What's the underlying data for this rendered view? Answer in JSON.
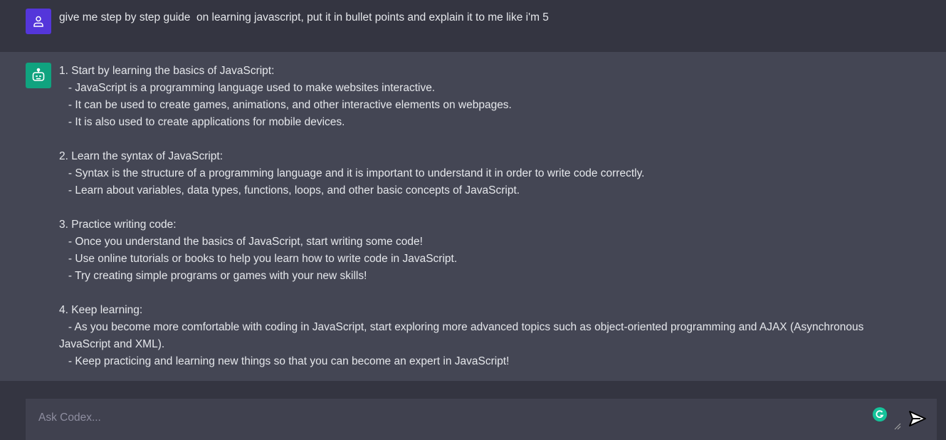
{
  "user_message": {
    "avatar_icon": "user-icon",
    "text": "give me step by step guide  on learning javascript, put it in bullet points and explain it to me like i'm 5"
  },
  "assistant_message": {
    "avatar_icon": "robot-icon",
    "lines": [
      "1. Start by learning the basics of JavaScript:",
      "   - JavaScript is a programming language used to make websites interactive.",
      "   - It can be used to create games, animations, and other interactive elements on webpages.",
      "   - It is also used to create applications for mobile devices.",
      "",
      "2. Learn the syntax of JavaScript:",
      "   - Syntax is the structure of a programming language and it is important to understand it in order to write code correctly.",
      "   - Learn about variables, data types, functions, loops, and other basic concepts of JavaScript.",
      "",
      "3. Practice writing code:",
      "   - Once you understand the basics of JavaScript, start writing some code!",
      "   - Use online tutorials or books to help you learn how to write code in JavaScript.",
      "   - Try creating simple programs or games with your new skills!",
      "",
      "4. Keep learning:",
      "   - As you become more comfortable with coding in JavaScript, start exploring more advanced topics such as object-oriented programming and AJAX (Asynchronous JavaScript and XML).",
      "   - Keep practicing and learning new things so that you can become an expert in JavaScript!"
    ]
  },
  "composer": {
    "placeholder": "Ask Codex...",
    "value": "",
    "send_icon": "send-icon",
    "extension_icon": "grammarly-icon"
  },
  "colors": {
    "user_bg": "#343541",
    "assistant_bg": "#444654",
    "user_avatar": "#5436da",
    "assistant_avatar": "#10a37f",
    "input_bg": "#40414f"
  }
}
